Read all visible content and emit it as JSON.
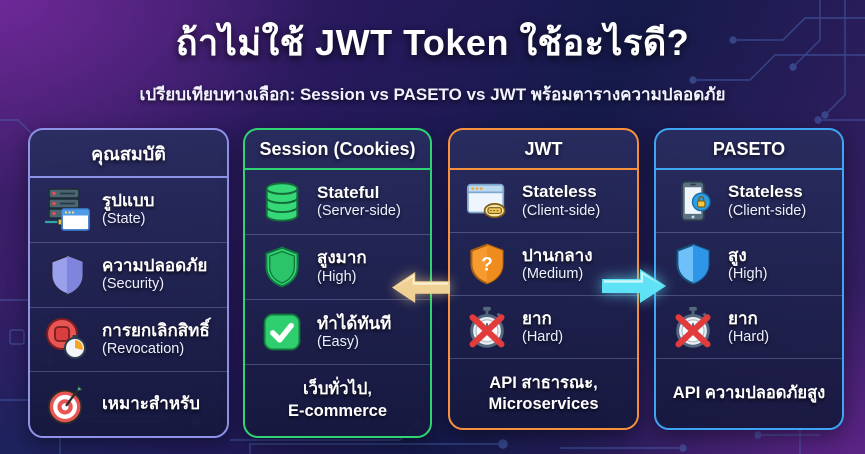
{
  "page": {
    "title": "ถ้าไม่ใช้ JWT Token ใช้อะไรดี?",
    "subtitle": "เปรียบเทียบทางเลือก: Session vs PASETO vs JWT พร้อมตารางความปลอดภัย"
  },
  "columns": [
    {
      "title": "คุณสมบัติ",
      "accent": "#8f93e8",
      "rows": [
        {
          "icon": "server-window-icon",
          "line1": "รูปแบบ",
          "line2": "(State)"
        },
        {
          "icon": "purple-shield-icon",
          "line1": "ความปลอดภัย",
          "line2": "(Security)"
        },
        {
          "icon": "revoke-stopwatch-icon",
          "line1": "การยกเลิกสิทธิ์",
          "line2": "(Revocation)"
        },
        {
          "icon": "target-dart-icon",
          "line1": "เหมาะสำหรับ",
          "line2": ""
        }
      ]
    },
    {
      "title": "Session (Cookies)",
      "accent": "#2fd573",
      "rows": [
        {
          "icon": "green-database-icon",
          "line1": "Stateful",
          "line2": "(Server-side)"
        },
        {
          "icon": "green-shield-icon",
          "line1": "สูงมาก",
          "line2": "(High)"
        },
        {
          "icon": "green-check-icon",
          "line1": "ทำได้ทันที",
          "line2": "(Easy)"
        }
      ],
      "footer_line1": "เว็บทั่วไป,",
      "footer_line2": "E-commerce"
    },
    {
      "title": "JWT",
      "accent": "#f6923c",
      "rows": [
        {
          "icon": "browser-token-icon",
          "line1": "Stateless",
          "line2": "(Client-side)"
        },
        {
          "icon": "orange-question-shield-icon",
          "line1": "ปานกลาง",
          "line2": "(Medium)"
        },
        {
          "icon": "crossed-stopwatch-icon",
          "line1": "ยาก",
          "line2": "(Hard)"
        }
      ],
      "footer_line1": "API สาธารณะ,",
      "footer_line2": "Microservices"
    },
    {
      "title": "PASETO",
      "accent": "#3da5f4",
      "rows": [
        {
          "icon": "phone-lock-icon",
          "line1": "Stateless",
          "line2": "(Client-side)"
        },
        {
          "icon": "blue-shield-icon",
          "line1": "สูง",
          "line2": "(High)"
        },
        {
          "icon": "crossed-stopwatch-icon",
          "line1": "ยาก",
          "line2": "(Hard)"
        }
      ],
      "footer_line1": "API ความปลอดภัยสูง",
      "footer_line2": ""
    }
  ],
  "arrows": {
    "left_color": "#f0d195",
    "right_color": "#5fe2f6"
  }
}
